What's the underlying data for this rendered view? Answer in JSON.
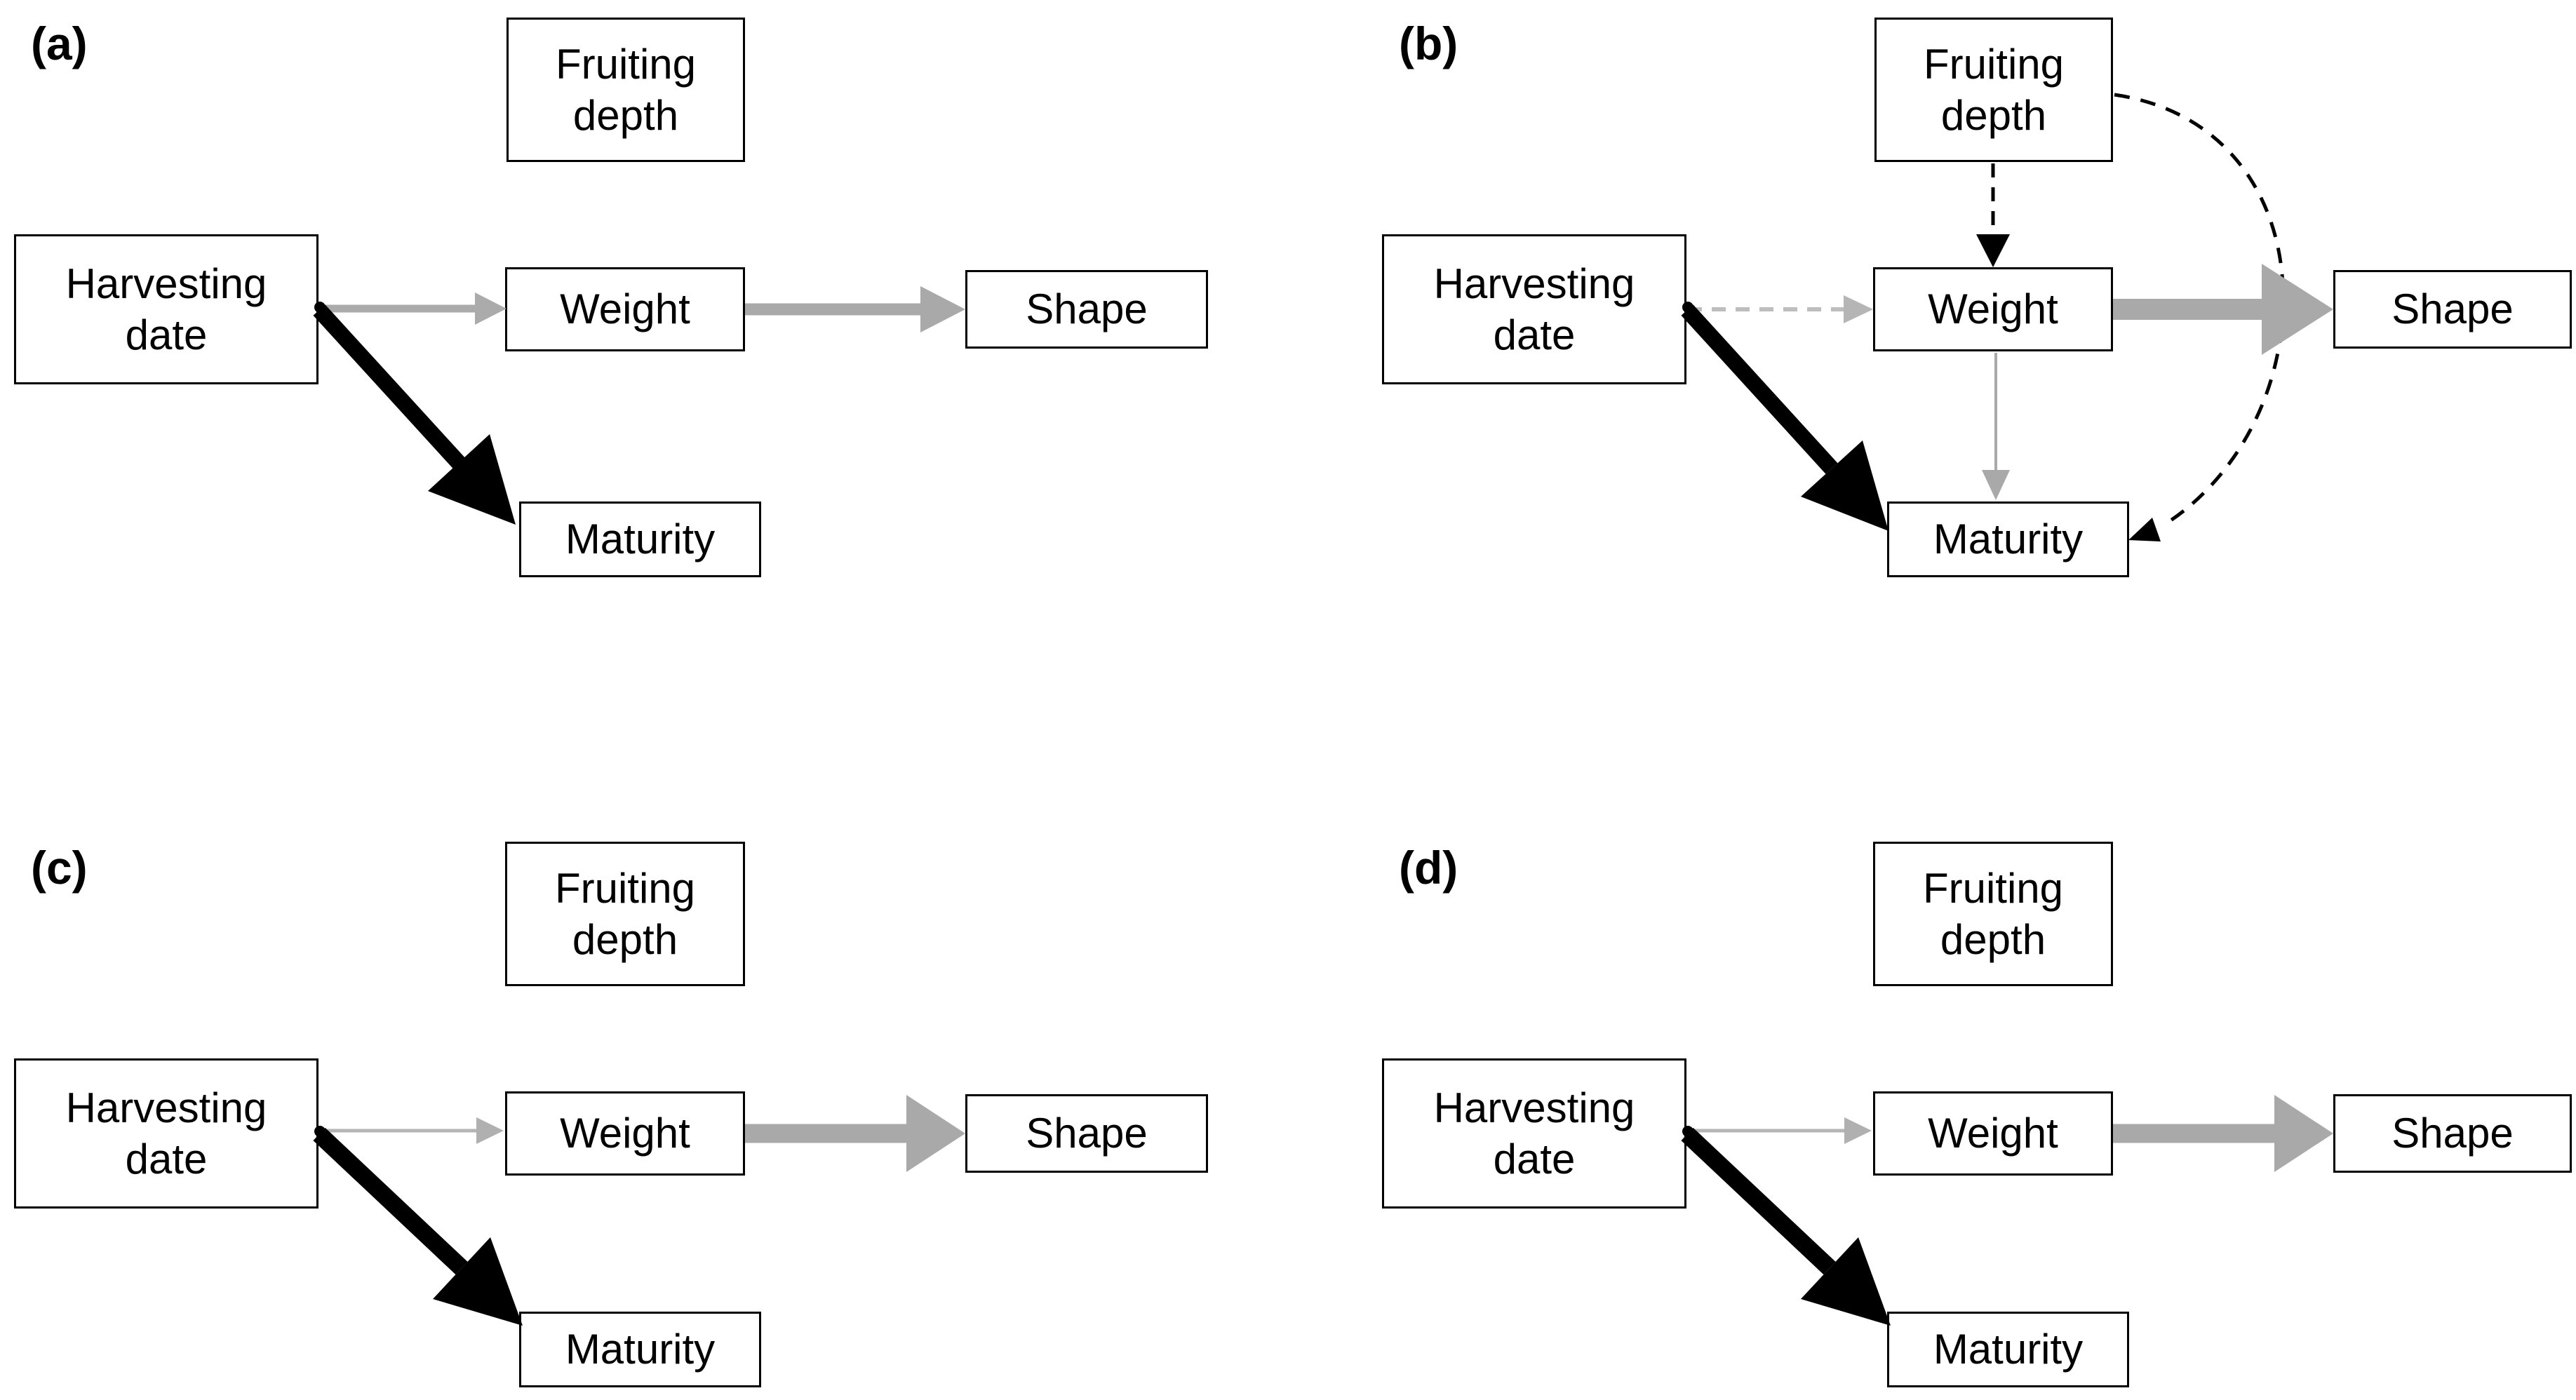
{
  "figure": {
    "background": "#ffffff",
    "colors": {
      "box_border": "#000000",
      "text": "#000000",
      "arrow_gray": "#a9a9a9",
      "arrow_gray_light": "#bdbdbd",
      "arrow_black": "#000000"
    },
    "panels": [
      {
        "id": "a",
        "label": "(a)",
        "nodes": {
          "fruiting_depth": "Fruiting depth",
          "harvesting_date": "Harvesting date",
          "weight": "Weight",
          "shape": "Shape",
          "maturity": "Maturity"
        },
        "edges": [
          {
            "from": "Harvesting date",
            "to": "Weight",
            "line": "solid",
            "color": "gray",
            "weight": "thin"
          },
          {
            "from": "Weight",
            "to": "Shape",
            "line": "solid",
            "color": "gray",
            "weight": "medium"
          },
          {
            "from": "Harvesting date",
            "to": "Maturity",
            "line": "solid",
            "color": "black",
            "weight": "thick"
          }
        ]
      },
      {
        "id": "b",
        "label": "(b)",
        "nodes": {
          "fruiting_depth": "Fruiting depth",
          "harvesting_date": "Harvesting date",
          "weight": "Weight",
          "shape": "Shape",
          "maturity": "Maturity"
        },
        "edges": [
          {
            "from": "Fruiting depth",
            "to": "Weight",
            "line": "dashed",
            "color": "black",
            "weight": "thin"
          },
          {
            "from": "Fruiting depth",
            "to": "Maturity",
            "line": "dashed",
            "color": "black",
            "weight": "thin",
            "shape": "curved"
          },
          {
            "from": "Harvesting date",
            "to": "Weight",
            "line": "dashed",
            "color": "gray",
            "weight": "thin"
          },
          {
            "from": "Weight",
            "to": "Maturity",
            "line": "solid",
            "color": "gray",
            "weight": "thin"
          },
          {
            "from": "Weight",
            "to": "Shape",
            "line": "solid",
            "color": "gray",
            "weight": "very-thick"
          },
          {
            "from": "Harvesting date",
            "to": "Maturity",
            "line": "solid",
            "color": "black",
            "weight": "thick"
          }
        ]
      },
      {
        "id": "c",
        "label": "(c)",
        "nodes": {
          "fruiting_depth": "Fruiting depth",
          "harvesting_date": "Harvesting date",
          "weight": "Weight",
          "shape": "Shape",
          "maturity": "Maturity"
        },
        "edges": [
          {
            "from": "Harvesting date",
            "to": "Weight",
            "line": "solid",
            "color": "gray",
            "weight": "very-thin"
          },
          {
            "from": "Weight",
            "to": "Shape",
            "line": "solid",
            "color": "gray",
            "weight": "thick"
          },
          {
            "from": "Harvesting date",
            "to": "Maturity",
            "line": "solid",
            "color": "black",
            "weight": "thick"
          }
        ]
      },
      {
        "id": "d",
        "label": "(d)",
        "nodes": {
          "fruiting_depth": "Fruiting depth",
          "harvesting_date": "Harvesting date",
          "weight": "Weight",
          "shape": "Shape",
          "maturity": "Maturity"
        },
        "edges": [
          {
            "from": "Harvesting date",
            "to": "Weight",
            "line": "solid",
            "color": "gray",
            "weight": "very-thin"
          },
          {
            "from": "Weight",
            "to": "Shape",
            "line": "solid",
            "color": "gray",
            "weight": "thick"
          },
          {
            "from": "Harvesting date",
            "to": "Maturity",
            "line": "solid",
            "color": "black",
            "weight": "thick"
          }
        ]
      }
    ]
  }
}
